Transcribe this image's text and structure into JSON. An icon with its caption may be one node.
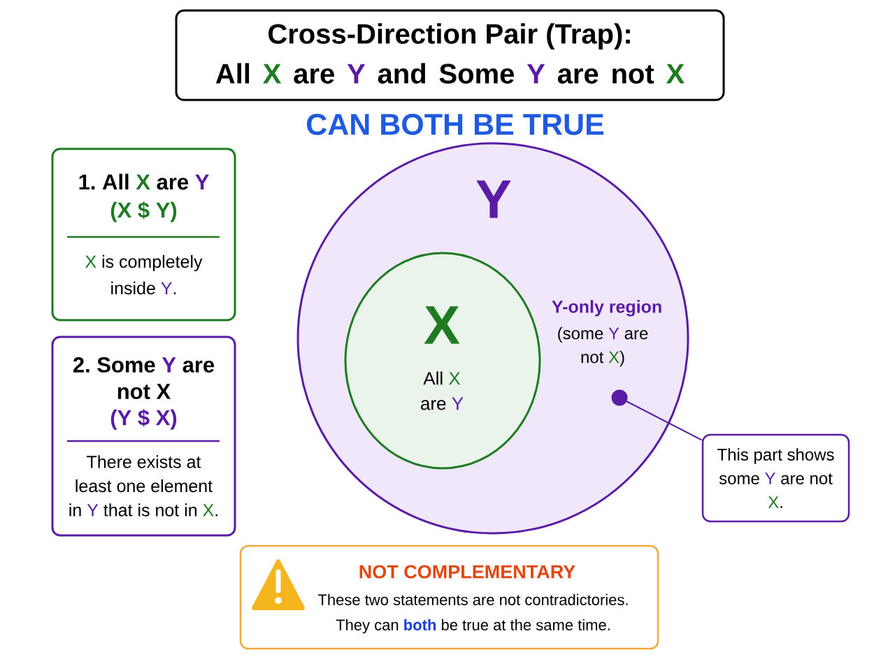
{
  "diagram": {
    "nodes": [
      {
        "text": [
          "Cross-Direction Pair (Trap):",
          "All X are Y and Some Y are not X"
        ]
      },
      {
        "text": [
          "1. All X are Y",
          "(X $ Y)",
          "X is completely inside Y."
        ]
      },
      {
        "text": [
          "2. Some Y are not X",
          "(Y $ X)",
          "There exists at least one element in Y that is not in X."
        ]
      },
      {
        "text": [
          "Y",
          "Y-only region",
          "(some Y are not X)"
        ]
      },
      {
        "text": [
          "X",
          "All X are Y"
        ],
        "in": 3
      },
      {
        "text": [],
        "shape": "circle",
        "in": 3
      },
      {
        "text": [
          "This part shows some Y are not X."
        ]
      },
      {
        "text": [
          "NOT COMPLEMENTARY",
          "These two statements are not contradictories. They can **both** be true at the same time."
        ]
      }
    ],
    "edges": [
      {
        "from": 6,
        "to": 5,
        "arrow": "none"
      }
    ],
    "labels": [
      "CAN BOTH BE TRUE"
    ]
  }
}
